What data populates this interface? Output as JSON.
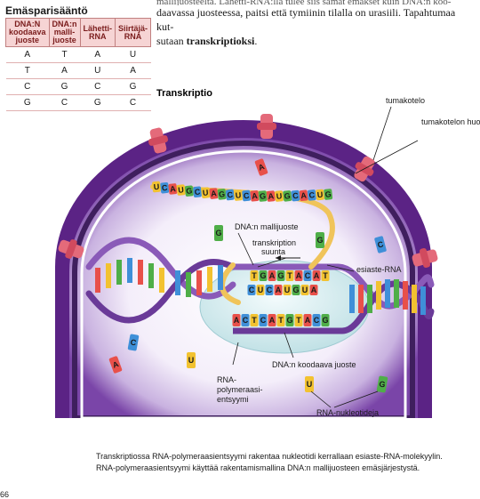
{
  "top_text": {
    "line0": "mallijuosteelta. Lähetti-RNA:lla tulee siis samat emäkset kuin DNA:n koo-",
    "line1": "daavassa juosteessa, paitsi että tymiinin tilalla on urasiili. Tapahtumaa kut-",
    "line2_pre": "sutaan ",
    "line2_bold": "transkriptioksi",
    "line2_post": "."
  },
  "table": {
    "title": "Emäsparisääntö",
    "headers": [
      "DNA:N koodaava juoste",
      "DNA:n malli-juoste",
      "Lähetti-RNA",
      "Siirtäjä-RNA"
    ],
    "rows": [
      [
        "A",
        "T",
        "A",
        "U"
      ],
      [
        "T",
        "A",
        "U",
        "A"
      ],
      [
        "C",
        "G",
        "C",
        "G"
      ],
      [
        "G",
        "C",
        "G",
        "C"
      ]
    ]
  },
  "diagram": {
    "title": "Transkriptio",
    "labels": {
      "tumakotelo": "tumakotelo",
      "huokonen": "tumakotelon huokonen",
      "mallijuoste": "DNA:n mallijuoste",
      "suunta_1": "transkription",
      "suunta_2": "suunta",
      "esiaste": "esiaste-RNA",
      "koodaava": "DNA:n koodaava juoste",
      "polymeraasi_1": "RNA-",
      "polymeraasi_2": "polymeraasi-",
      "polymeraasi_3": "entsyymi",
      "nukleotidit": "RNA-nukleotideja"
    },
    "rna_strand": [
      "U",
      "C",
      "A",
      "U",
      "G",
      "C",
      "U",
      "A",
      "G",
      "C",
      "U",
      "C",
      "A",
      "G",
      "A",
      "U",
      "G",
      "C",
      "A",
      "C",
      "U",
      "G"
    ],
    "template_top": [
      "T",
      "G",
      "A",
      "G",
      "T",
      "A",
      "C",
      "A",
      "T"
    ],
    "rna_in_bubble": [
      "C",
      "U",
      "C",
      "A",
      "U",
      "G",
      "U",
      "A"
    ],
    "coding_bottom": [
      "A",
      "C",
      "T",
      "C",
      "A",
      "T",
      "G",
      "T",
      "A",
      "C",
      "G"
    ],
    "free_nucleotides": [
      "A",
      "G",
      "C",
      "U",
      "A",
      "U",
      "G",
      "C",
      "G"
    ]
  },
  "caption": {
    "line1": "Transkriptiossa RNA-polymeraasientsyymi rakentaa nukleotidi kerrallaan esiaste-RNA-molekyylin.",
    "line2": "RNA-polymeraasientsyymi käyttää rakentamismallina DNA:n mallijuosteen emäsjärjestystä."
  },
  "page_number": "66",
  "colors": {
    "A": "#e8504a",
    "T": "#f2c230",
    "G": "#4fae48",
    "C": "#3f8fd8",
    "U": "#f2c230",
    "nucleus_outer": "#6a2c91",
    "nucleus_inner": "#b190d0",
    "pore": "#e46a7a",
    "dna_backbone": "#8a5ab8",
    "rna_backbone": "#f0c45a",
    "enzyme": "#cfe7ea"
  }
}
